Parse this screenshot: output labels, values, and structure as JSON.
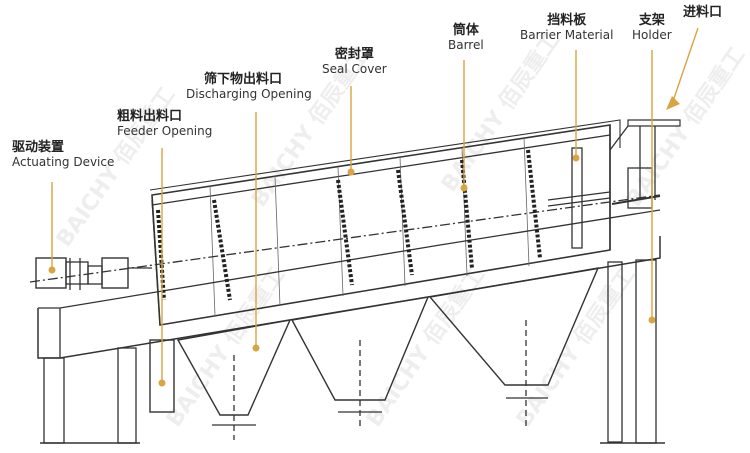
{
  "labels": {
    "inlet": {
      "cn": "进料口"
    },
    "holder": {
      "cn": "支架",
      "en": "Holder"
    },
    "barrier": {
      "cn": "挡料板",
      "en": "Barrier Material"
    },
    "barrel": {
      "cn": "筒体",
      "en": "Barrel"
    },
    "seal": {
      "cn": "密封罩",
      "en": "Seal Cover"
    },
    "discharge": {
      "cn": "筛下物出料口",
      "en": "Discharging Opening"
    },
    "feeder": {
      "cn": "粗料出料口",
      "en": "Feeder Opening"
    },
    "drive": {
      "cn": "驱动装置",
      "en": "Actuating Device"
    }
  },
  "watermark": {
    "latin": "BAICHY",
    "cn": "佰辰重工"
  },
  "colors": {
    "leader": "#d9a441",
    "line": "#333333"
  }
}
